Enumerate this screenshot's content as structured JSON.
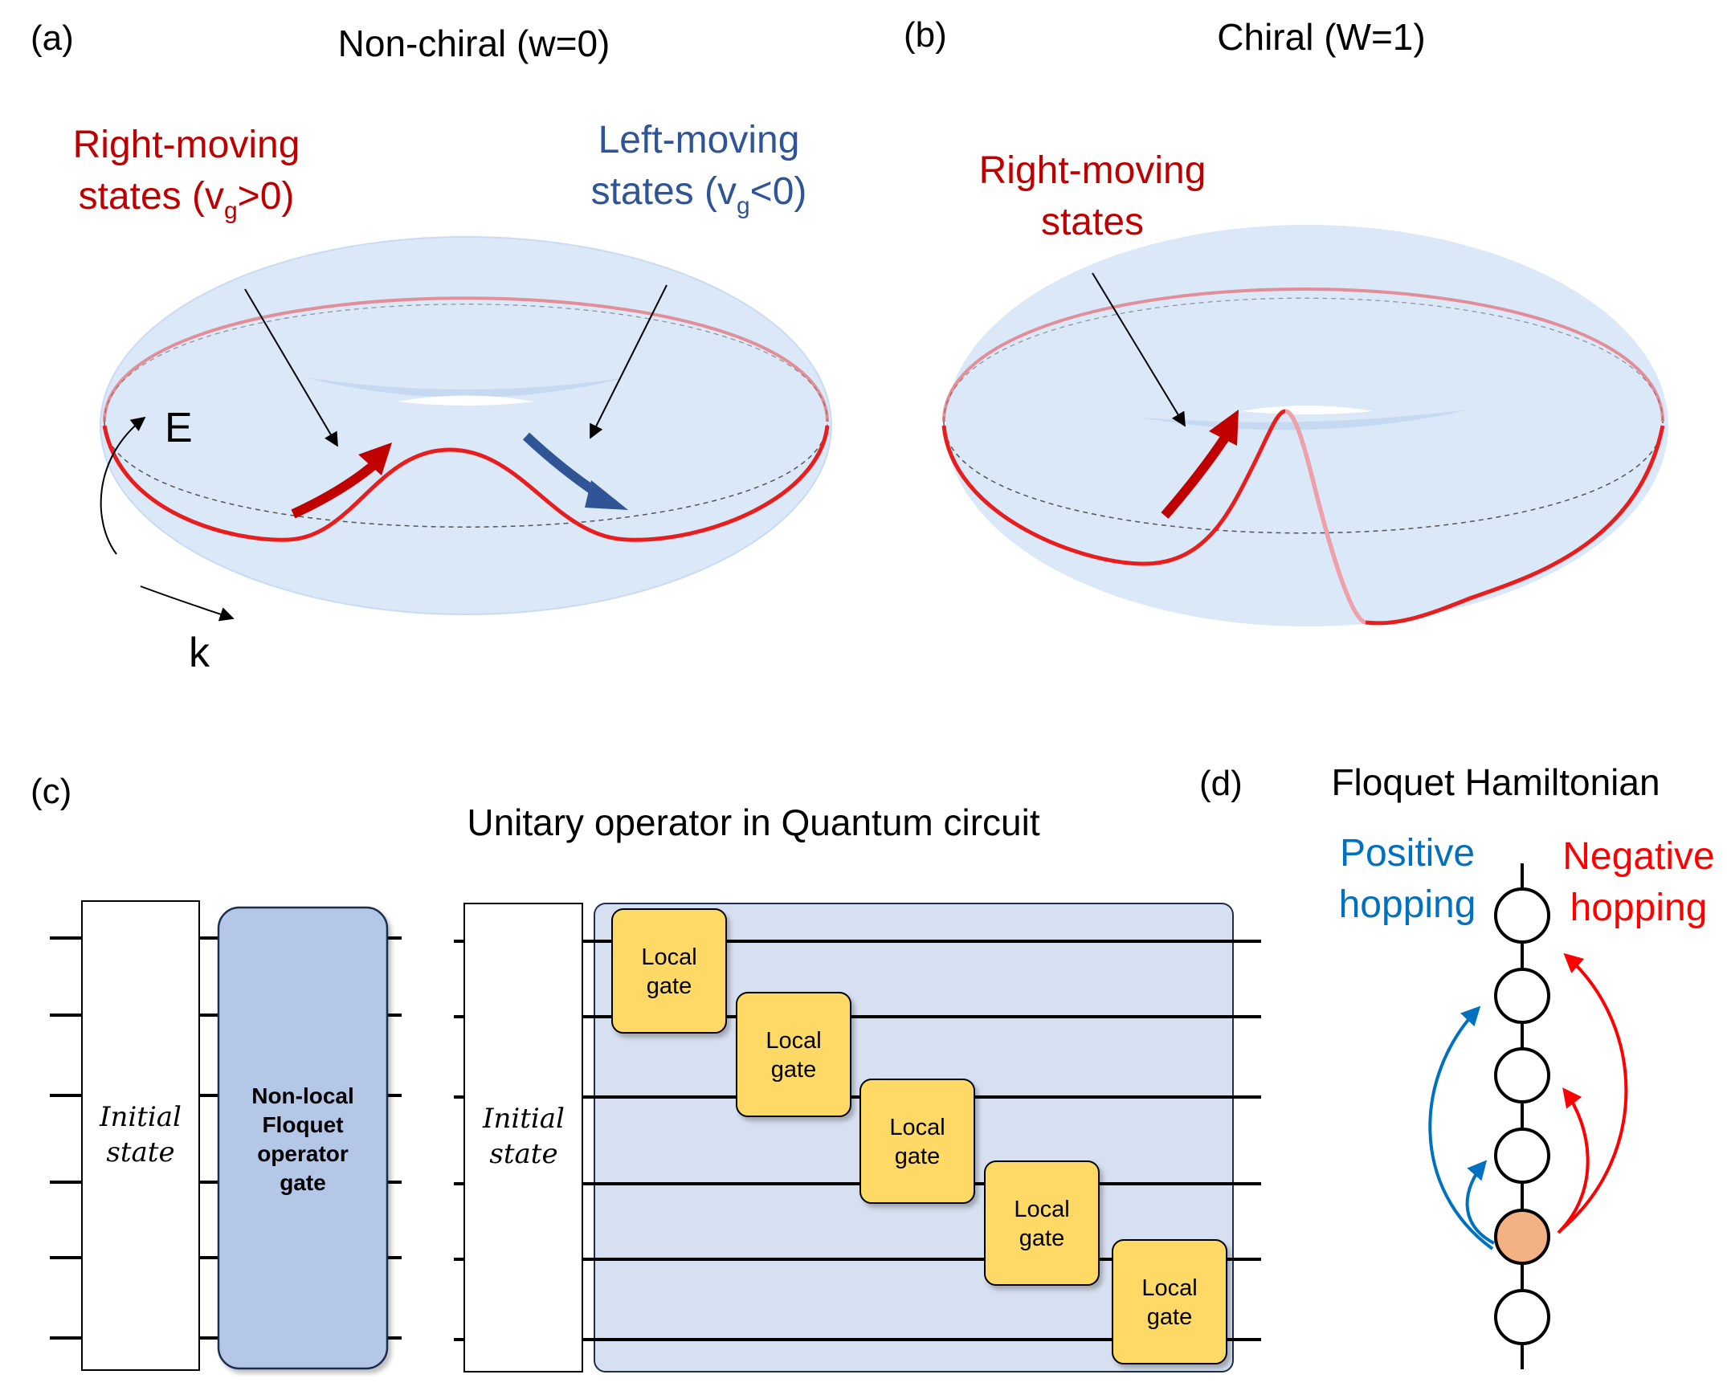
{
  "panel_a": {
    "tag": "(a)",
    "title": "Non-chiral (w=0)",
    "right_label_line1": "Right-moving",
    "right_label_line2": "states (v",
    "right_label_sub": "g",
    "right_label_tail": ">0)",
    "left_label_line1": "Left-moving",
    "left_label_line2": "states (v",
    "left_label_sub": "g",
    "left_label_tail": "<0)",
    "axis_e": "E",
    "axis_k": "k"
  },
  "panel_b": {
    "tag": "(b)",
    "title": "Chiral (W=1)",
    "right_label_line1": "Right-moving",
    "right_label_line2": "states"
  },
  "panel_c": {
    "tag": "(c)",
    "title": "Unitary operator in Quantum circuit",
    "initial_state_line1": "Initial",
    "initial_state_line2": "state",
    "nonlocal_gate_lines": [
      "Non-local",
      "Floquet",
      "operator",
      "gate"
    ],
    "local_gate_line1": "Local",
    "local_gate_line2": "gate"
  },
  "panel_d": {
    "tag": "(d)",
    "title": "Floquet Hamiltonian",
    "positive_line1": "Positive",
    "positive_line2": "hopping",
    "negative_line1": "Negative",
    "negative_line2": "hopping"
  },
  "colors": {
    "red_label": "#c00000",
    "blue_label": "#2f5597",
    "torus_fill": "#dae8f8",
    "curve_red": "#e81e1e",
    "arrow_red": "#c00000",
    "arrow_blue": "#2f5597",
    "gate_blue": "#b4c7e7",
    "circuit_bg": "#d6e0f0",
    "local_gate": "#ffd966",
    "positive_blue": "#0070c0",
    "negative_red": "#ff0000",
    "site_filled": "#f4b183"
  }
}
